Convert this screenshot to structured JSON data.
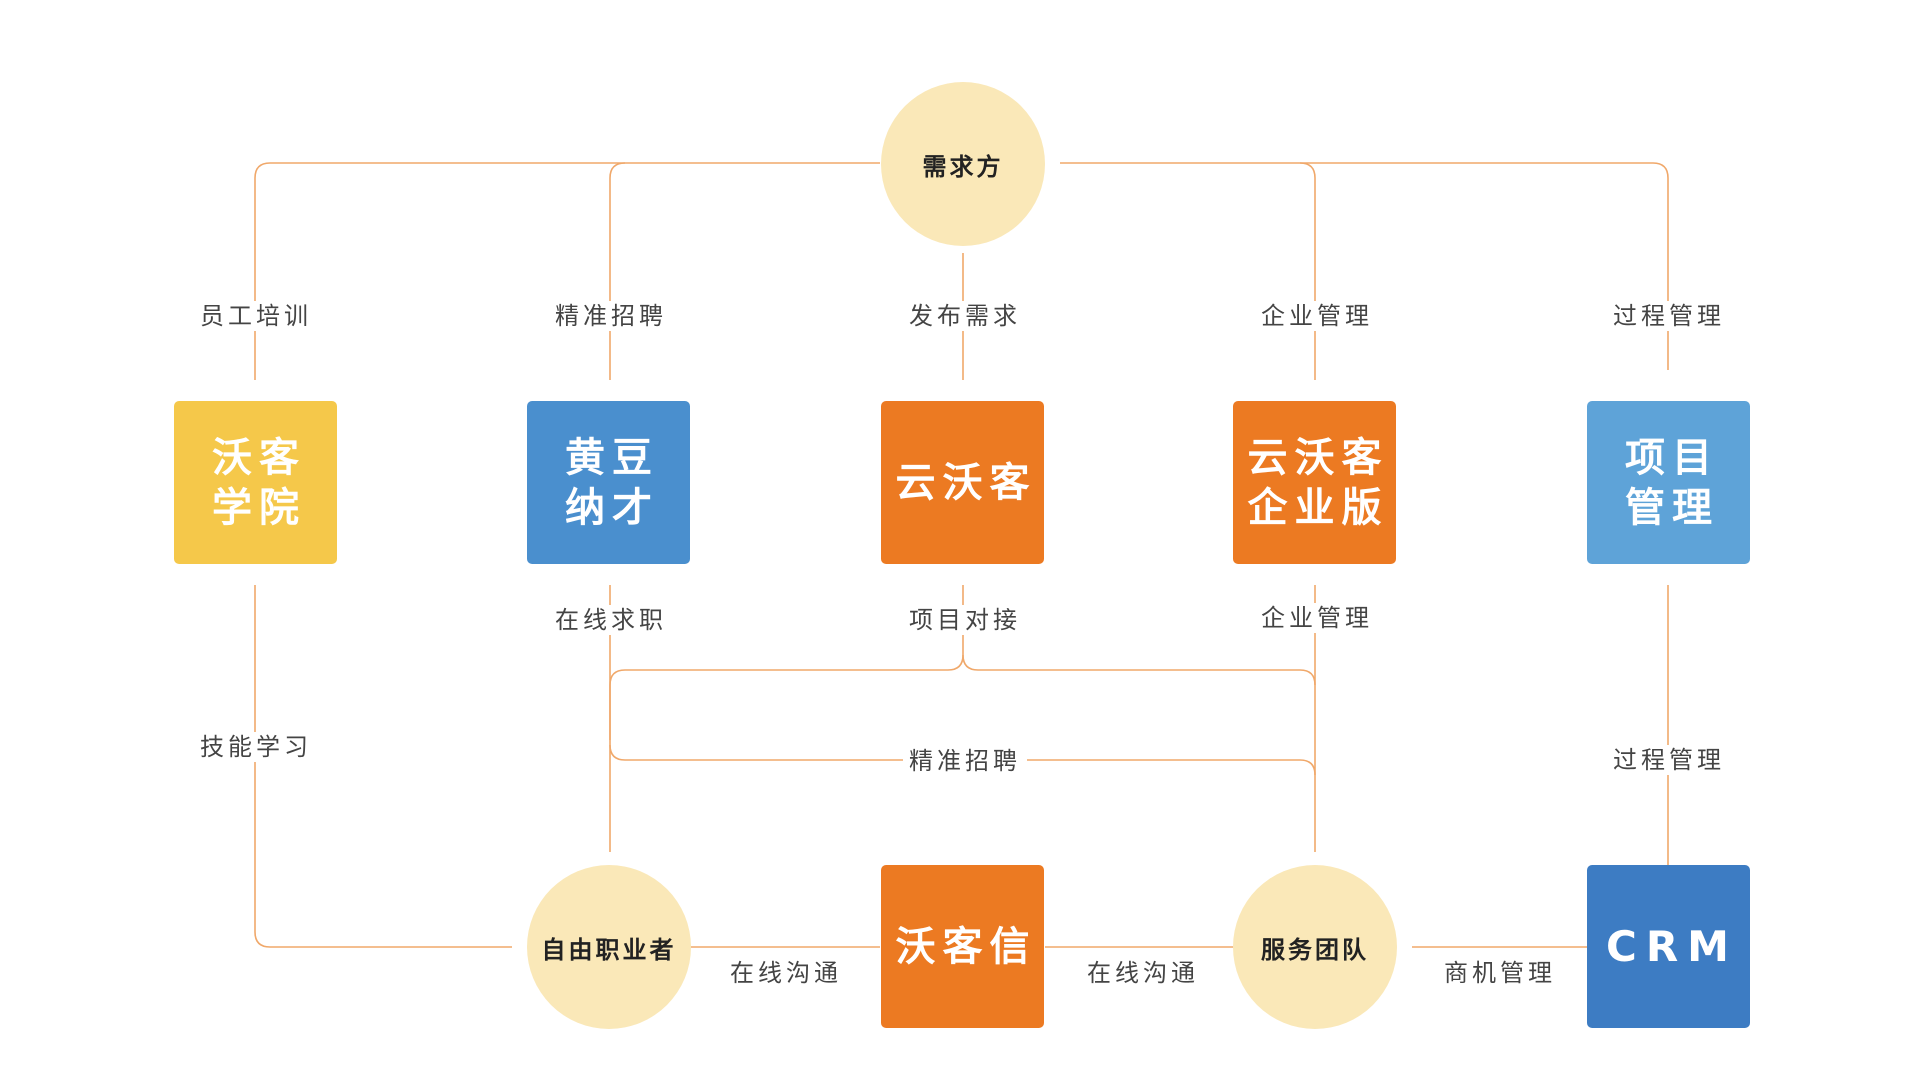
{
  "colors": {
    "line": "#f0a86a",
    "yellow": "#f5c84a",
    "blue": "#4a8fce",
    "orange": "#ec7a22",
    "light_blue": "#5ea3d8",
    "dark_blue": "#3d7cc3",
    "circle_fill": "#fae8b8"
  },
  "nodes": {
    "demand_side": "需求方",
    "wok_academy": "沃客\n学院",
    "huangdou": "黄豆\n纳才",
    "yunwoke": "云沃客",
    "yunwoke_enterprise": "云沃客\n企业版",
    "project_mgmt": "项目\n管理",
    "freelancer": "自由职业者",
    "wokexin": "沃客信",
    "service_team": "服务团队",
    "crm": "CRM"
  },
  "edge_labels": {
    "staff_training": "员工培训",
    "precise_recruit_top": "精准招聘",
    "publish_demand": "发布需求",
    "enterprise_mgmt_top": "企业管理",
    "process_mgmt_top": "过程管理",
    "online_job": "在线求职",
    "project_docking": "项目对接",
    "enterprise_mgmt_mid": "企业管理",
    "skill_learning": "技能学习",
    "precise_recruit_mid": "精准招聘",
    "process_mgmt_bottom": "过程管理",
    "online_comm_left": "在线沟通",
    "online_comm_right": "在线沟通",
    "business_mgmt": "商机管理"
  }
}
